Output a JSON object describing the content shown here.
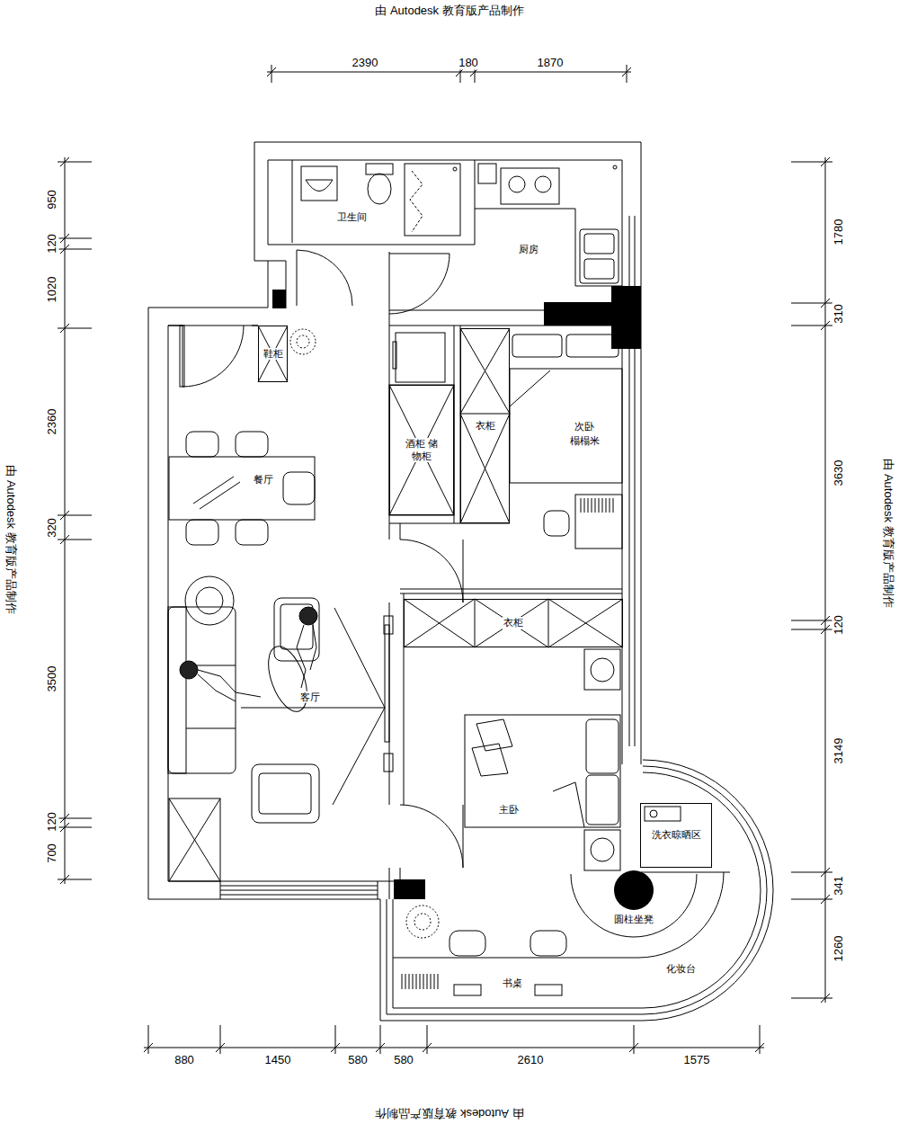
{
  "diagram": {
    "nodes": [
      {
        "text": [
          "鞋柜"
        ]
      },
      {
        "text": [
          "衣柜"
        ]
      },
      {
        "text": [
          "酒柜 储物柜"
        ]
      },
      {
        "text": [
          "衣柜"
        ]
      },
      {
        "text": [
          "洗衣晾晒区"
        ]
      }
    ],
    "labels": [
      "由 Autodesk 教育版产品制作",
      "2390",
      "180",
      "1870",
      "950",
      "120",
      "1020",
      "2360",
      "320",
      "3500",
      "120",
      "700",
      "1780",
      "310",
      "3630",
      "120",
      "3149",
      "341",
      "1260",
      "由 Autodesk 教育版产品制作",
      "由 Autodesk 教育版产品制作",
      "卫生间",
      "厨房",
      "餐厅",
      "次卧",
      "榻榻米",
      "客厅",
      "主卧",
      "圆柱坐凳",
      "化妆台",
      "书桌",
      "880",
      "1450",
      "580",
      "580",
      "2610",
      "1575",
      "由 Autodesk 教育版产品制作"
    ]
  }
}
